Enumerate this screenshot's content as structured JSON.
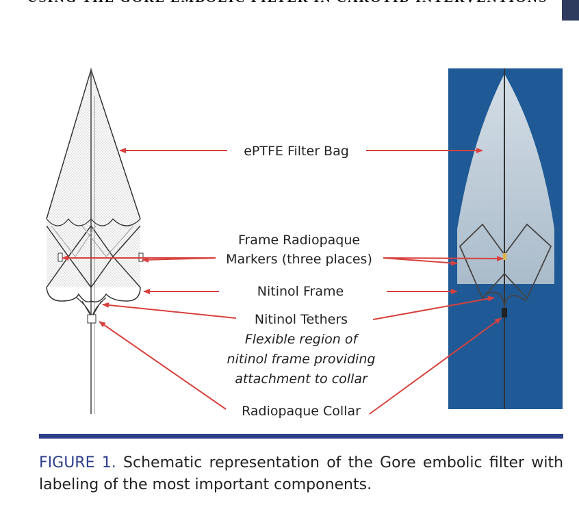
{
  "header": {
    "running_title": "USING THE GORE EMBOLIC FILTER IN CAROTID INTERVENTIONS"
  },
  "figure": {
    "labels": {
      "filter_bag": "ePTFE Filter Bag",
      "markers_line1": "Frame Radiopaque",
      "markers_line2": "Markers (three places)",
      "frame": "Nitinol Frame",
      "tethers": "Nitinol Tethers",
      "flex_line1": "Flexible region of",
      "flex_line2": "nitinol frame providing",
      "flex_line3": "attachment to collar",
      "collar": "Radiopaque Collar"
    },
    "colors": {
      "arrow": "#d8413c",
      "photo_background": "#1f5a96",
      "accent": "#2e3f8a"
    }
  },
  "caption": {
    "figure_label": "FIGURE 1.",
    "text": "Schematic representation of the Gore embolic filter with labeling of the most important components."
  }
}
